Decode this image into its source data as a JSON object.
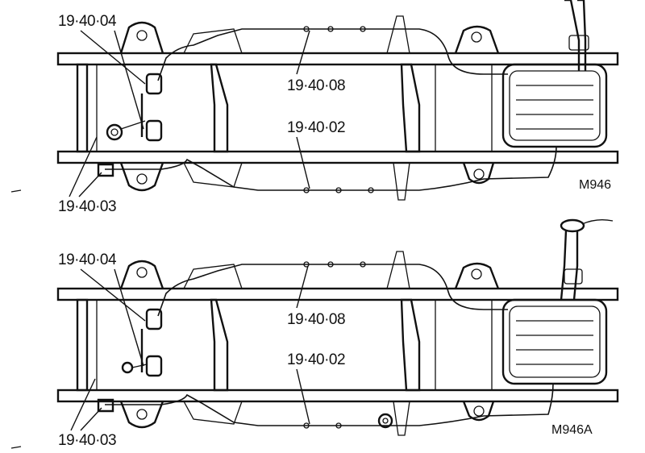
{
  "diagrams": [
    {
      "figure_ref": "M946",
      "labels": [
        "19·40·04",
        "19·40·08",
        "19·40·02",
        "19·40·03"
      ]
    },
    {
      "figure_ref": "M946A",
      "labels": [
        "19·40·04",
        "19·40·08",
        "19·40·02",
        "19·40·03"
      ]
    }
  ]
}
